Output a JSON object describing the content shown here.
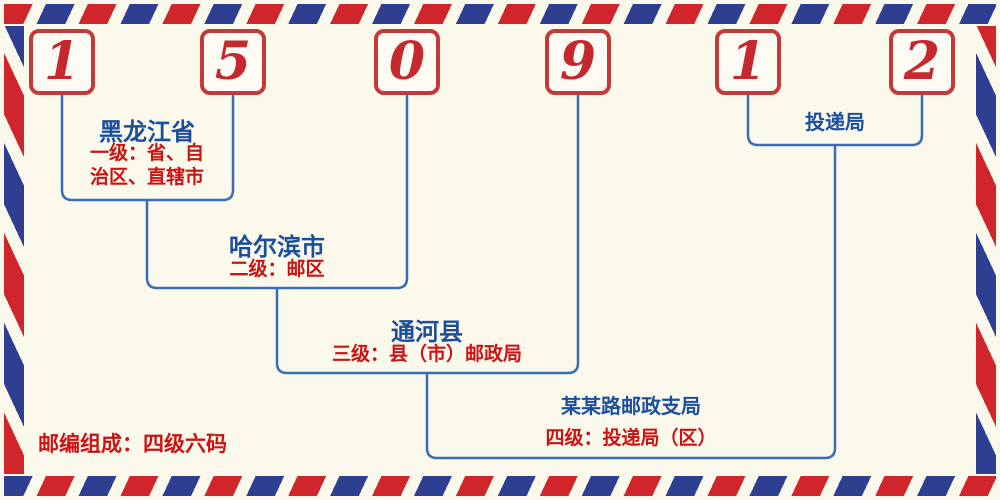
{
  "postal_code": {
    "digits": [
      "1",
      "5",
      "0",
      "9",
      "1",
      "2"
    ]
  },
  "annotations": {
    "level1": {
      "name": "黑龙江省",
      "desc1": "一级：省、自",
      "desc2": "治区、直辖市"
    },
    "level2": {
      "name": "哈尔滨市",
      "desc": "二级：邮区"
    },
    "level3": {
      "name": "通河县",
      "desc": "三级：县（市）邮政局"
    },
    "level4": {
      "name": "某某路邮政支局",
      "desc": "四级：投递局（区）"
    },
    "delivery": {
      "name": "投递局"
    }
  },
  "footer": {
    "text": "邮编组成：四级六码"
  },
  "colors": {
    "stripe_red": "#d0262b",
    "stripe_blue": "#2e3f92",
    "digit_red": "#c5282d",
    "box_border_red": "#c43a38",
    "line_blue": "#3a6db3",
    "label_blue": "#1b4f9b",
    "text_red": "#cc1212",
    "background": "#fbf8ec"
  }
}
